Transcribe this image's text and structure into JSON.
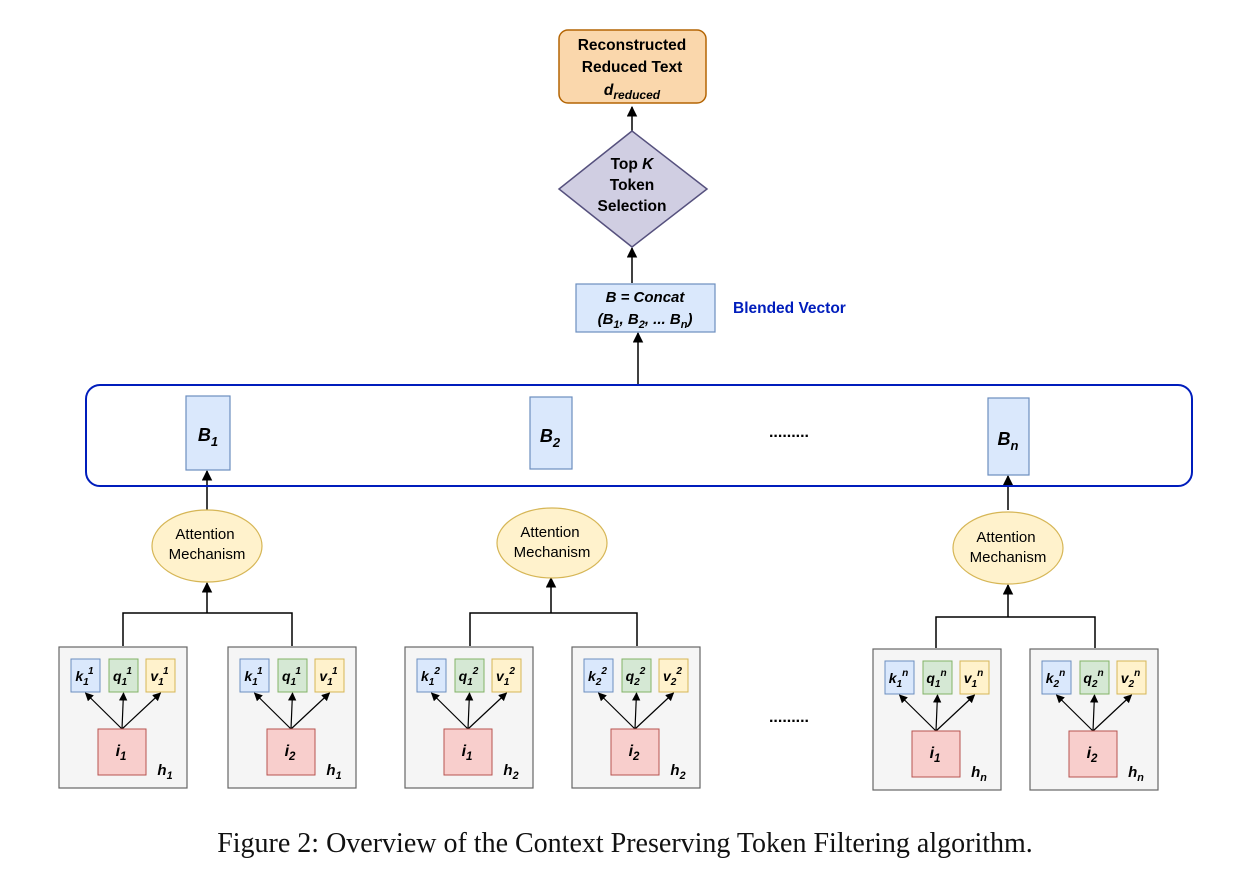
{
  "output_node": {
    "line1": "Reconstructed",
    "line2": "Reduced Text",
    "symbol": "d",
    "subscript": "reduced"
  },
  "topk_node": {
    "line1_a": "Top ",
    "line1_b": "K",
    "line2": "Token",
    "line3": "Selection"
  },
  "concat_node": {
    "line1": "B = Concat",
    "open": "(",
    "b1": "B",
    "s1": "1",
    "sep1": ", ",
    "b2": "B",
    "s2": "2",
    "mid": ", ... ",
    "bn": "B",
    "sn": "n",
    "close": ")"
  },
  "blended_label": "Blended Vector",
  "head_outputs": [
    {
      "symbol": "B",
      "sub": "1"
    },
    {
      "symbol": "B",
      "sub": "2"
    },
    {
      "symbol": "B",
      "sub": "n"
    }
  ],
  "ellipsis": ".........",
  "attention": {
    "line1": "Attention",
    "line2": "Mechanism"
  },
  "token_boxes": [
    {
      "k": [
        "k",
        "1",
        "1"
      ],
      "q": [
        "q",
        "1",
        "1"
      ],
      "v": [
        "v",
        "1",
        "1"
      ],
      "input": [
        "i",
        "1"
      ],
      "head": [
        "h",
        "1"
      ]
    },
    {
      "k": [
        "k",
        "1",
        "1"
      ],
      "q": [
        "q",
        "1",
        "1"
      ],
      "v": [
        "v",
        "1",
        "1"
      ],
      "input": [
        "i",
        "2"
      ],
      "head": [
        "h",
        "1"
      ]
    },
    {
      "k": [
        "k",
        "1",
        "2"
      ],
      "q": [
        "q",
        "1",
        "2"
      ],
      "v": [
        "v",
        "1",
        "2"
      ],
      "input": [
        "i",
        "1"
      ],
      "head": [
        "h",
        "2"
      ]
    },
    {
      "k": [
        "k",
        "2",
        "2"
      ],
      "q": [
        "q",
        "2",
        "2"
      ],
      "v": [
        "v",
        "2",
        "2"
      ],
      "input": [
        "i",
        "2"
      ],
      "head": [
        "h",
        "2"
      ]
    },
    {
      "k": [
        "k",
        "1",
        "n"
      ],
      "q": [
        "q",
        "1",
        "n"
      ],
      "v": [
        "v",
        "1",
        "n"
      ],
      "input": [
        "i",
        "1"
      ],
      "head": [
        "h",
        "n"
      ]
    },
    {
      "k": [
        "k",
        "2",
        "n"
      ],
      "q": [
        "q",
        "2",
        "n"
      ],
      "v": [
        "v",
        "2",
        "n"
      ],
      "input": [
        "i",
        "2"
      ],
      "head": [
        "h",
        "n"
      ]
    }
  ],
  "caption": "Figure 2: Overview of the Context Preserving Token Filtering algorithm.",
  "colors": {
    "output_fill": "#fad7ac",
    "output_stroke": "#b46504",
    "diamond_fill": "#d0cee2",
    "diamond_stroke": "#56517e",
    "blue_fill": "#dae8fc",
    "blue_stroke": "#6c8ebf",
    "panel_stroke": "#001dbc",
    "blended_text": "#001dbc",
    "attn_fill": "#fff2cc",
    "attn_stroke": "#d6b656",
    "green_fill": "#d5e8d4",
    "green_stroke": "#82b366",
    "red_fill": "#f8cecc",
    "red_stroke": "#b85450",
    "gray_fill": "#f5f5f5",
    "gray_stroke": "#666666"
  }
}
